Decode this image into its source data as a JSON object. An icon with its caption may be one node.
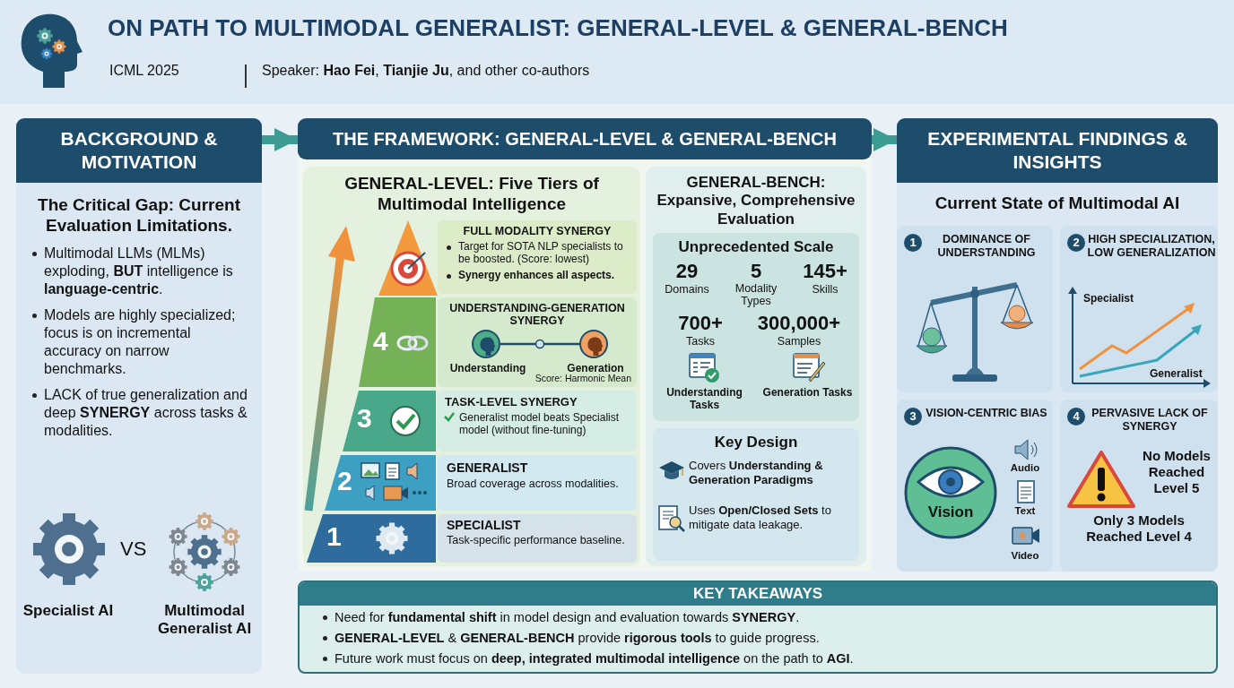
{
  "diagram": {
    "title": "ON PATH TO MULTIMODAL GENERALIST: GENERAL-LEVEL & GENERAL-BENCH",
    "nodes": [
      {
        "text": [
          "BACKGROUND & MOTIVATION",
          "The Critical Gap: Current Evaluation Limitations.",
          "Multimodal LLMs (MLMs) exploding, **BUT** intelligence is **language-centric**.",
          "Models are highly specialized; focus is on incremental accuracy on narrow benchmarks.",
          "LACK of true generalization and deep **SYNERGY** across tasks & modalities."
        ]
      },
      {
        "text": [
          "Specialist AI"
        ],
        "in": 0
      },
      {
        "text": [
          "Multimodal Generalist AI"
        ],
        "in": 0
      },
      {
        "text": [
          "THE FRAMEWORK: GENERAL-LEVEL & GENERAL-BENCH"
        ]
      },
      {
        "text": [
          "GENERAL-LEVEL: Five Tiers of Multimodal Intelligence"
        ],
        "in": 3
      },
      {
        "text": [
          "FULL MODALITY SYNERGY",
          "Target for SOTA NLP specialists to be boosted. (Score: lowest)",
          "Synergy enhances all aspects."
        ],
        "in": 4
      },
      {
        "text": [
          "4"
        ],
        "in": 4
      },
      {
        "text": [
          "UNDERSTANDING-GENERATION SYNERGY",
          "Score: Harmonic Mean"
        ],
        "in": 4
      },
      {
        "text": [
          "Understanding"
        ],
        "in": 7
      },
      {
        "text": [
          "Generation"
        ],
        "in": 7
      },
      {
        "text": [
          "3"
        ],
        "in": 4
      },
      {
        "text": [
          "TASK-LEVEL SYNERGY",
          "Generalist model beats Specialist model (without fine-tuning)"
        ],
        "in": 4
      },
      {
        "text": [
          "2"
        ],
        "in": 4
      },
      {
        "text": [
          "GENERALIST",
          "Broad coverage across modalities."
        ],
        "in": 4
      },
      {
        "text": [
          "1"
        ],
        "in": 4
      },
      {
        "text": [
          "SPECIALIST",
          "Task-specific performance baseline."
        ],
        "in": 4
      },
      {
        "text": [
          "GENERAL-BENCH: Expansive, Comprehensive Evaluation"
        ],
        "in": 3
      },
      {
        "text": [
          "Unprecedented Scale",
          "29",
          "Domains",
          "5",
          "Modality Types",
          "145+",
          "Skills",
          "700+",
          "Tasks",
          "300,000+",
          "Samples",
          "Understanding Tasks",
          "Generation Tasks"
        ],
        "in": 16
      },
      {
        "text": [
          "Key Design",
          "Covers **Understanding & Generation Paradigms**",
          "Uses **Open/Closed Sets** to mitigate data leakage."
        ],
        "in": 16
      },
      {
        "text": [
          "EXPERIMENTAL FINDINGS & INSIGHTS",
          "Current State of Multimodal AI"
        ]
      },
      {
        "text": [
          "1",
          "DOMINANCE OF UNDERSTANDING"
        ],
        "in": 19
      },
      {
        "text": [
          "2",
          "HIGH SPECIALIZATION, LOW GENERALIZATION",
          "Specialist",
          "Generalist"
        ],
        "in": 19
      },
      {
        "text": [
          "3",
          "VISION-CENTRIC BIAS",
          "Vision",
          "Audio",
          "Text",
          "Video"
        ],
        "in": 19
      },
      {
        "text": [
          "4",
          "PERVASIVE LACK OF SYNERGY",
          "No Models Reached Level 5",
          "Only 3 Models Reached Level 4"
        ],
        "in": 19
      },
      {
        "text": [
          "KEY TAKEAWAYS",
          "Need for **fundamental shift** in model design and evaluation towards **SYNERGY**.",
          "**GENERAL-LEVEL** & **GENERAL-BENCH** provide **rigorous tools** to guide progress.",
          "Future work must focus on **deep, integrated multimodal intelligence** on the path to **AGI**."
        ]
      }
    ],
    "edges": [
      {
        "from": 0,
        "to": 3,
        "arrow": "to"
      },
      {
        "from": 3,
        "to": 19,
        "arrow": "to"
      },
      {
        "from": 8,
        "to": 9,
        "arrow": "none",
        "color": "#1e4d6b"
      }
    ],
    "labels": [
      "ICML 2025",
      "Speaker: **Hao Fei**, **Tianjie Ju**, and other co-authors",
      "VS"
    ]
  }
}
